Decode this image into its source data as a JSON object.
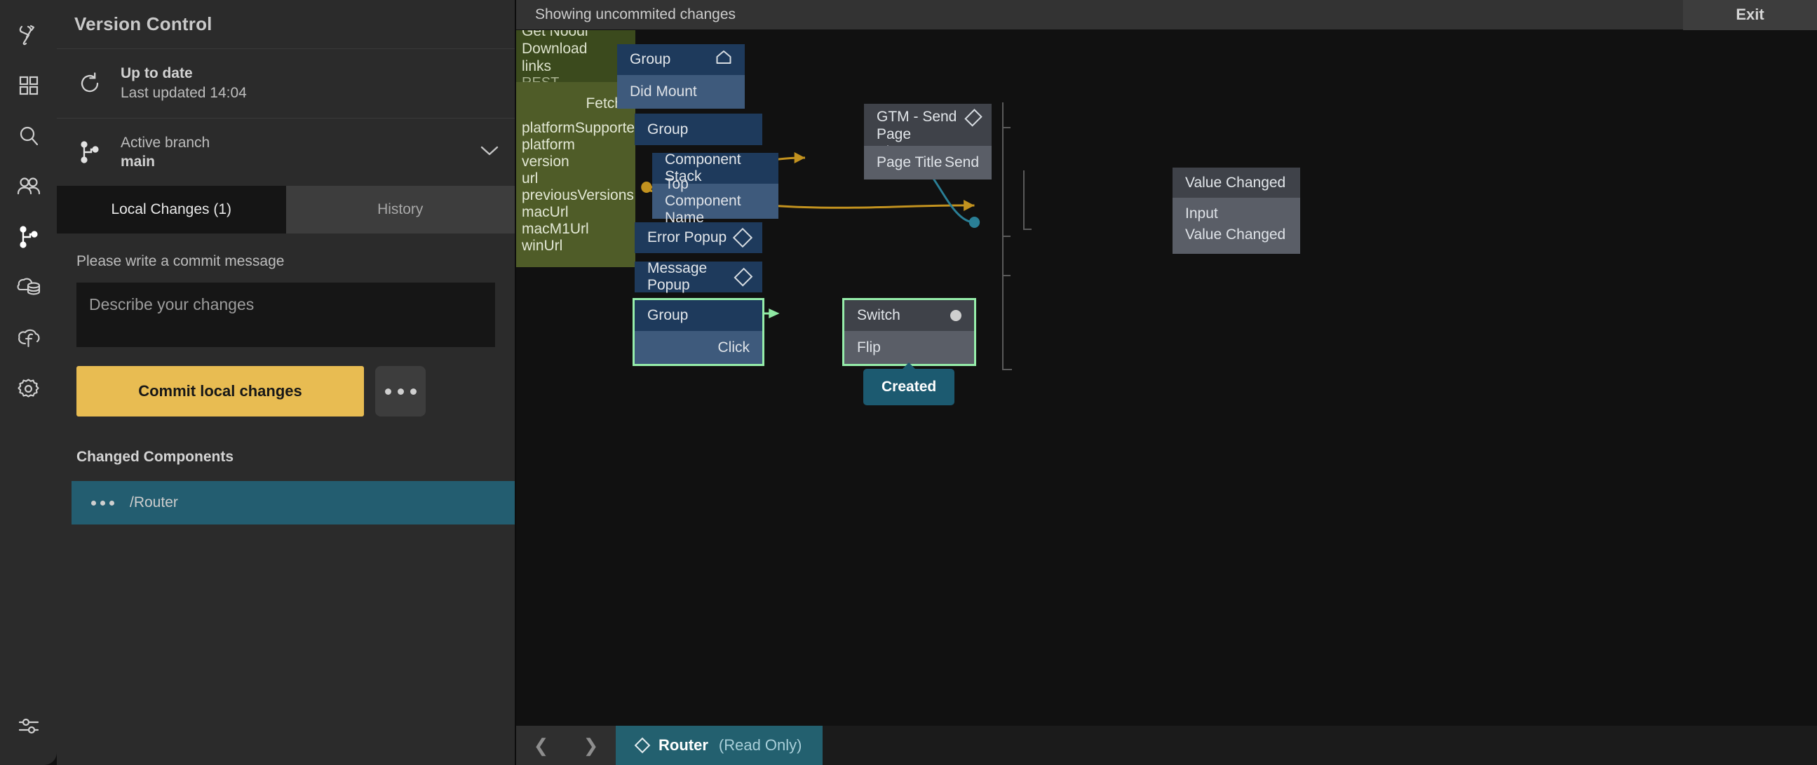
{
  "rail": {
    "items": [
      {
        "name": "noodl-logo-icon",
        "title": "Noodl"
      },
      {
        "name": "components-grid-icon",
        "title": "Components"
      },
      {
        "name": "search-icon",
        "title": "Search"
      },
      {
        "name": "users-icon",
        "title": "Collaborators"
      },
      {
        "name": "version-control-branch-icon",
        "title": "Version Control"
      },
      {
        "name": "cloud-database-icon",
        "title": "Cloud Data"
      },
      {
        "name": "cloud-functions-icon",
        "title": "Cloud Functions"
      },
      {
        "name": "gear-icon",
        "title": "Settings"
      }
    ],
    "bottom": {
      "name": "sliders-icon",
      "title": "Editor settings"
    }
  },
  "version_control": {
    "title": "Version Control",
    "status": {
      "icon": "refresh-icon",
      "primary": "Up to date",
      "secondary": "Last updated 14:04"
    },
    "branch": {
      "icon": "branch-icon",
      "label": "Active branch",
      "value": "main",
      "chevron": "chevron-down-icon"
    },
    "tabs": [
      {
        "label": "Local Changes (1)",
        "active": true
      },
      {
        "label": "History",
        "active": false
      }
    ],
    "commit": {
      "prompt": "Please write a commit message",
      "textarea_value": "",
      "textarea_placeholder": "Describe your changes",
      "button_label": "Commit local changes",
      "more_label": "•••"
    },
    "changed_components": {
      "heading": "Changed Components",
      "items": [
        {
          "label": "/Router",
          "selected": true
        }
      ]
    }
  },
  "topbar": {
    "message": "Showing uncommited changes",
    "exit_label": "Exit"
  },
  "canvas": {
    "nodes": [
      {
        "id": "rest",
        "kind": "green",
        "title_line1": "Get Noodl Download",
        "title_line2": "links",
        "subtitle": "REST",
        "output_ports": [
          "Fetch"
        ],
        "properties": [
          "platformSupported",
          "platform",
          "version",
          "url",
          "previousVersions",
          "macUrl",
          "macM1Url",
          "winUrl"
        ]
      },
      {
        "id": "group-root",
        "kind": "blue",
        "title": "Group",
        "badge": "home-icon",
        "ports": [
          "Did Mount"
        ]
      },
      {
        "id": "group-2",
        "kind": "blue",
        "title": "Group",
        "ports": []
      },
      {
        "id": "component-stack",
        "kind": "blue",
        "title": "Component Stack",
        "ports": [
          "Top Component Name"
        ]
      },
      {
        "id": "error-popup",
        "kind": "blue",
        "title": "Error Popup",
        "badge": "diamond-icon",
        "ports": []
      },
      {
        "id": "message-popup",
        "kind": "blue",
        "title": "Message Popup",
        "badge": "diamond-icon",
        "ports": []
      },
      {
        "id": "group-click",
        "kind": "blue",
        "title": "Group",
        "selected": true,
        "ports": [
          "Click"
        ]
      },
      {
        "id": "gtm",
        "kind": "grey",
        "title_line1": "GTM - Send Page",
        "title_line2": "View",
        "badge": "diamond-icon",
        "port_in": "Page Title",
        "port_out": "Send"
      },
      {
        "id": "value-changed",
        "kind": "grey",
        "title": "Value Changed",
        "ports": [
          "Input",
          "Value Changed"
        ]
      },
      {
        "id": "switch",
        "kind": "grey",
        "title": "Switch",
        "badge": "dot-icon",
        "selected": true,
        "ports": [
          "Flip"
        ]
      }
    ],
    "tooltip": {
      "label": "Created"
    },
    "colors": {
      "wire_blue": "#2a7f96",
      "wire_orange": "#c2921f",
      "wire_green": "#8ee8a3",
      "selection_green": "#96eeaa",
      "node_blue_header": "#1e3a5c",
      "node_blue_body": "#3e5a7c",
      "node_grey_header": "#3f4249",
      "node_grey_body": "#5a5e67",
      "node_green_header": "#3b4a1d",
      "node_green_body": "#4f5c28",
      "accent_yellow": "#e8bc52",
      "accent_teal": "#235d70"
    }
  },
  "bottombar": {
    "prev_icon": "chevron-left-icon",
    "next_icon": "chevron-right-icon",
    "tab": {
      "icon": "diamond-icon",
      "name": "Router",
      "state": "(Read Only)"
    }
  }
}
